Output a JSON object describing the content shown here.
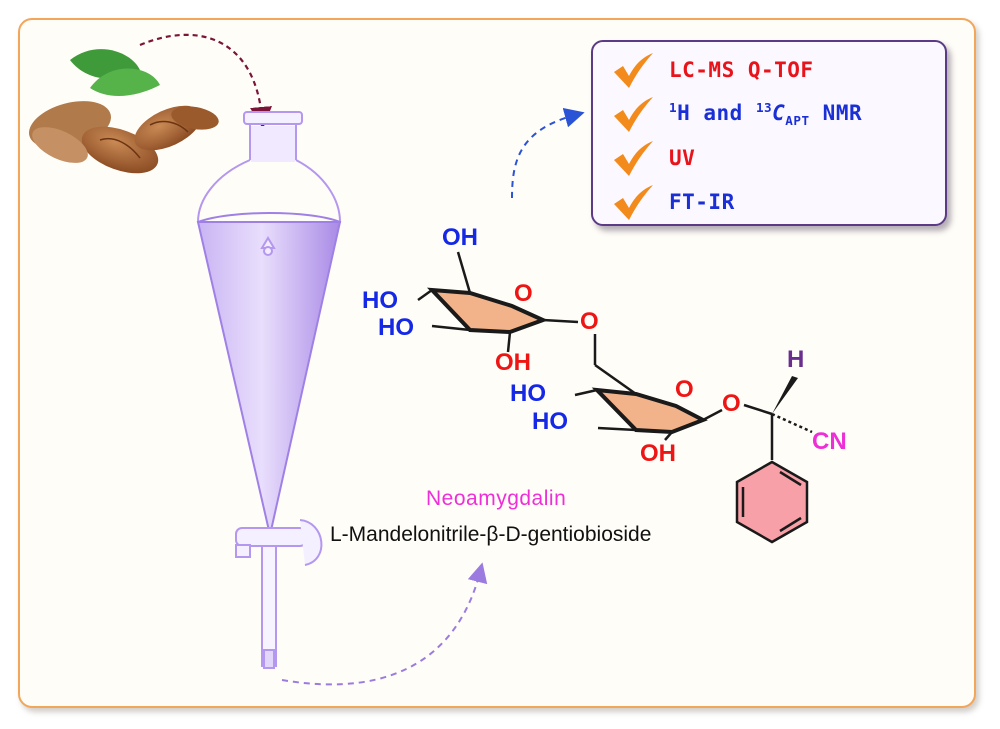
{
  "techniques": [
    {
      "label": "LC-MS Q-TOF",
      "color": "red"
    },
    {
      "label": "H and C NMR",
      "sup1": "1",
      "sup2": "13",
      "sub": "APT",
      "color": "blue"
    },
    {
      "label": "UV",
      "color": "red"
    },
    {
      "label": "FT-IR",
      "color": "blue"
    }
  ],
  "compound": {
    "name": "Neoamygdalin",
    "iupac": "L-Mandelonitrile-β-D-gentiobioside"
  },
  "atoms": {
    "oh": "OH",
    "ho": "HO",
    "o": "O",
    "h": "H",
    "cn": "CN"
  },
  "colors": {
    "frame": "#f2a65a",
    "box": "#5b3a86",
    "check": "#f28a1c",
    "red": "#e8141b",
    "blue": "#1a2fd6",
    "pink": "#ee2fd8",
    "ring_fill": "#f2b28a",
    "funnel": "#b497ee"
  }
}
